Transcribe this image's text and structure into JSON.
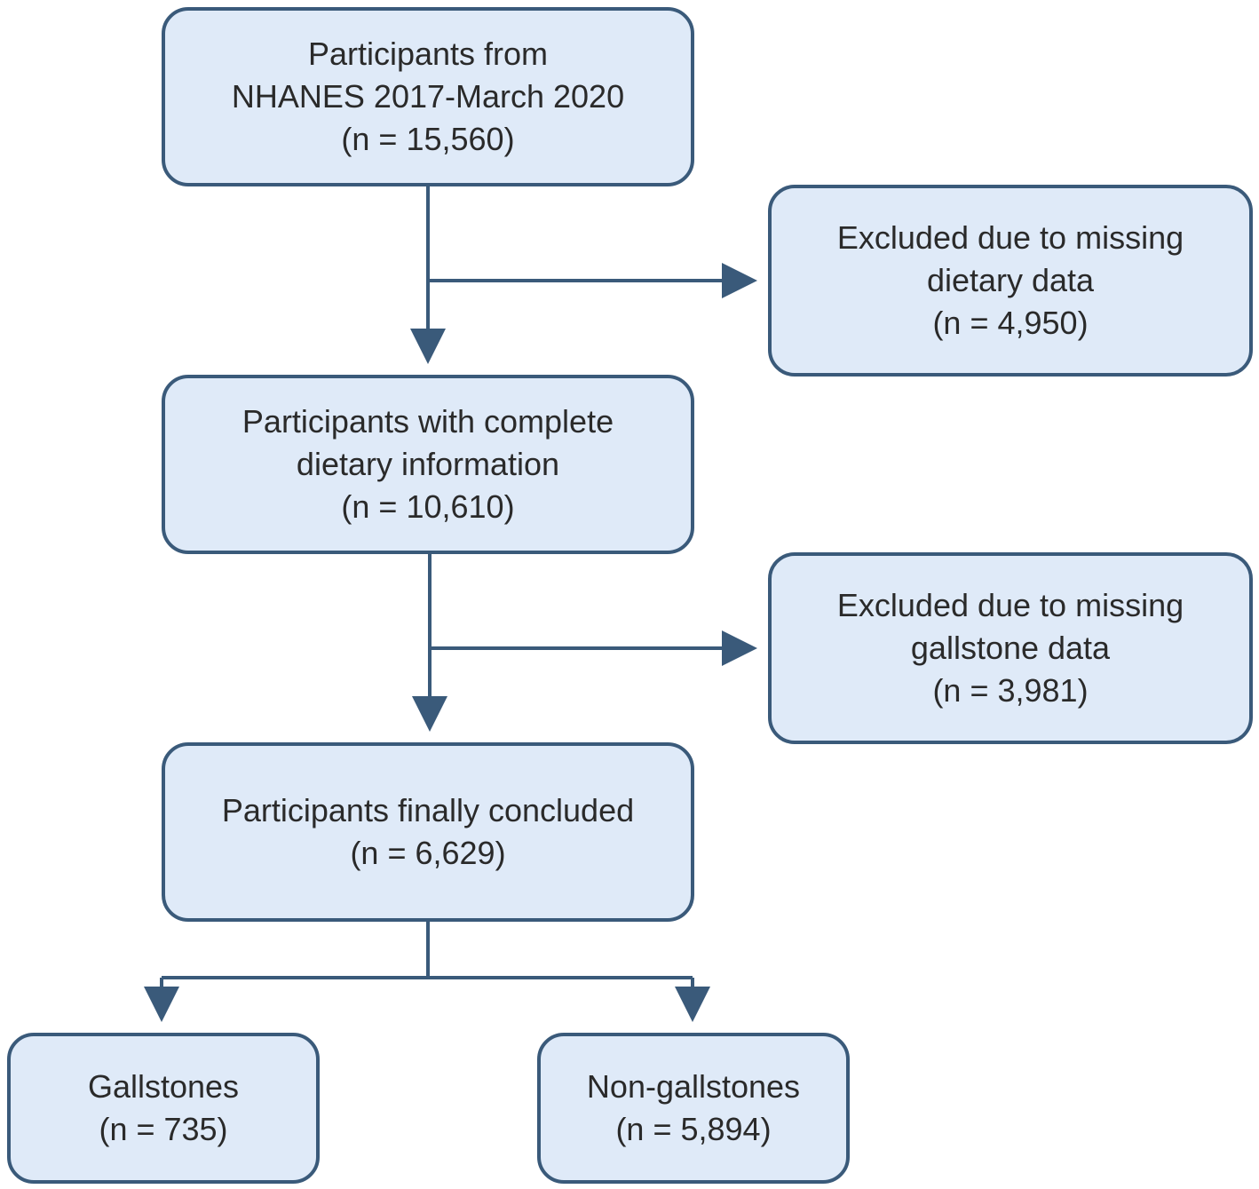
{
  "boxes": {
    "start": {
      "lines": [
        "Participants from",
        "NHANES 2017-March 2020",
        "(n = 15,560)"
      ]
    },
    "excluded_dietary": {
      "lines": [
        "Excluded due to missing",
        "dietary data",
        "(n = 4,950)"
      ]
    },
    "complete": {
      "lines": [
        "Participants with complete",
        "dietary information",
        "(n = 10,610)"
      ]
    },
    "excluded_gallstone": {
      "lines": [
        "Excluded due to missing",
        "gallstone data",
        "(n = 3,981)"
      ]
    },
    "final": {
      "lines": [
        "Participants finally concluded",
        "(n = 6,629)"
      ]
    },
    "gallstones": {
      "lines": [
        "Gallstones",
        "(n = 735)"
      ]
    },
    "non_gallstones": {
      "lines": [
        "Non-gallstones",
        "(n = 5,894)"
      ]
    }
  },
  "colors": {
    "box_fill": "#dfeaf8",
    "box_border": "#3a5a7a",
    "connector": "#3a5a7a",
    "text": "#2a2a2a"
  }
}
